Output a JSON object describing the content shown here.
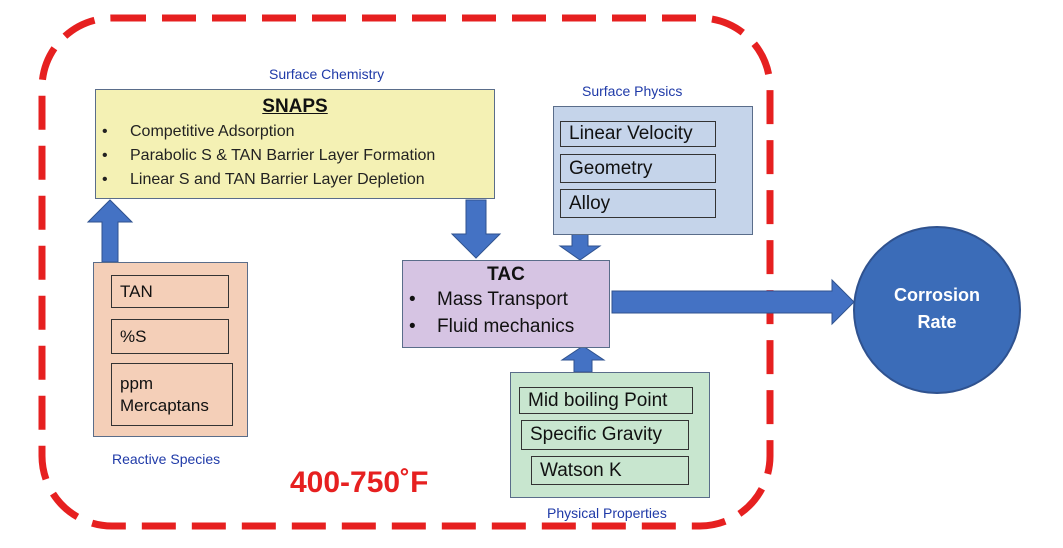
{
  "colors": {
    "boundary": "#e62020",
    "arrow": "#4472c4",
    "arrow_stroke": "#2f528f",
    "snaps_fill": "#f4f1b4",
    "physics_fill": "#c5d4ea",
    "species_fill": "#f4cfb8",
    "tac_fill": "#d6c4e3",
    "properties_fill": "#c8e6cf",
    "circle_fill": "#3b6cb8",
    "label_text": "#1f3aa8",
    "temp_text": "#e62020"
  },
  "temperature_range": "400-750˚F",
  "surface_chemistry": {
    "label": "Surface Chemistry",
    "title": "SNAPS",
    "items": [
      "Competitive Adsorption",
      "Parabolic S & TAN Barrier Layer Formation",
      "Linear S and TAN Barrier Layer Depletion"
    ]
  },
  "surface_physics": {
    "label": "Surface Physics",
    "items": [
      "Linear  Velocity",
      "Geometry",
      "Alloy"
    ]
  },
  "reactive_species": {
    "label": "Reactive Species",
    "items": [
      "TAN",
      "%S",
      "ppm\nMercaptans"
    ]
  },
  "tac": {
    "title": "TAC",
    "items": [
      "Mass Transport",
      "Fluid mechanics"
    ]
  },
  "physical_properties": {
    "label": "Physical Properties",
    "items": [
      "Mid boiling Point",
      "Specific Gravity",
      "Watson K"
    ]
  },
  "output": {
    "label": "Corrosion\nRate"
  }
}
